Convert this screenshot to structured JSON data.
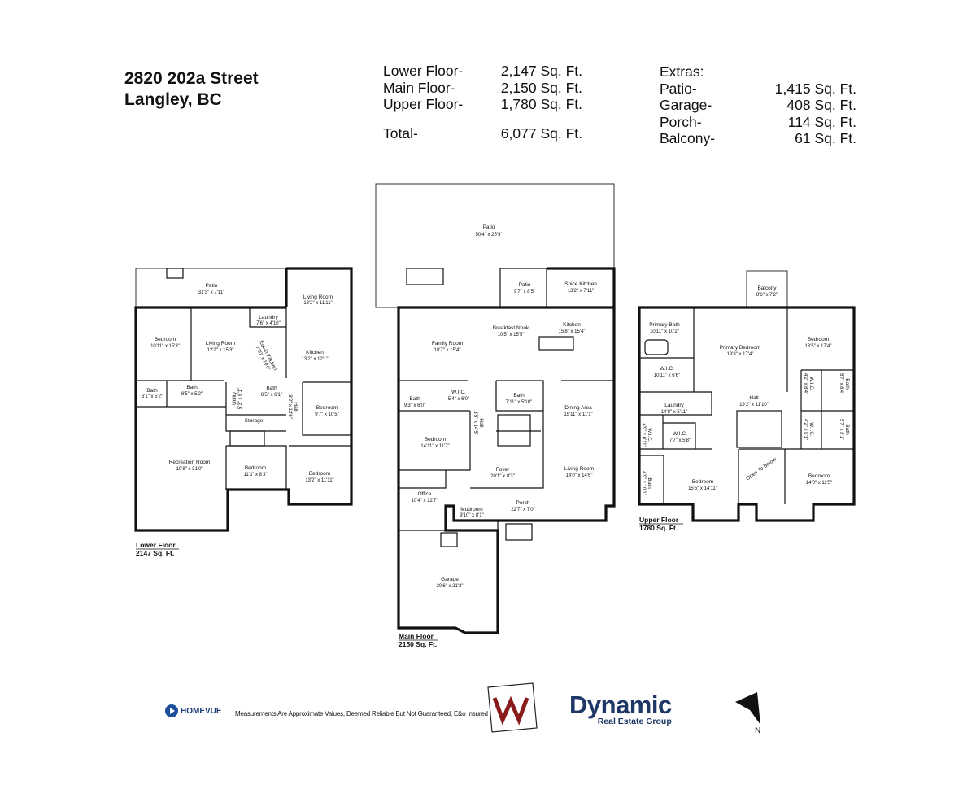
{
  "address": {
    "line1": "2820 202a Street",
    "line2": "Langley, BC"
  },
  "summary": {
    "rows": [
      {
        "label": "Lower Floor-",
        "value": "2,147 Sq. Ft."
      },
      {
        "label": "Main Floor-",
        "value": "2,150 Sq. Ft."
      },
      {
        "label": "Upper Floor-",
        "value": "1,780 Sq. Ft."
      }
    ],
    "total": {
      "label": "Total-",
      "value": "6,077 Sq. Ft."
    }
  },
  "extras": {
    "title": "Extras:",
    "rows": [
      {
        "label": "Patio-",
        "value": "1,415 Sq. Ft."
      },
      {
        "label": "Garage-",
        "value": "408 Sq. Ft."
      },
      {
        "label": "Porch-",
        "value": "114 Sq. Ft."
      },
      {
        "label": "Balcony-",
        "value": "61 Sq. Ft."
      }
    ]
  },
  "floors": {
    "lower": {
      "name": "Lower Floor",
      "area": "2147 Sq. Ft.",
      "rooms": [
        {
          "name": "Patio",
          "dim": "31'3\" x 7'11\""
        },
        {
          "name": "Living Room",
          "dim": "13'2\" x 11'11\""
        },
        {
          "name": "Laundry",
          "dim": "7'6\" x 4'10\""
        },
        {
          "name": "Bedroom",
          "dim": "10'11\" x 15'3\""
        },
        {
          "name": "Living Room",
          "dim": "12'2\" x 15'3\""
        },
        {
          "name": "Kitchen",
          "dim": "13'2\" x 12'1\""
        },
        {
          "name": "Eat-in Kitchen",
          "dim": "7'10\" x 10'6\""
        },
        {
          "name": "Bath",
          "dim": "6'1\" x 5'2\""
        },
        {
          "name": "Bath",
          "dim": "8'5\" x 5'2\""
        },
        {
          "name": "Utility",
          "dim": "5'3\" x 6'1\""
        },
        {
          "name": "Bath",
          "dim": "8'5\" x 6'1\""
        },
        {
          "name": "Hall",
          "dim": "3'2\" x 13'6\""
        },
        {
          "name": "Bedroom",
          "dim": "9'7\" x 10'5\""
        },
        {
          "name": "Storage",
          "dim": ""
        },
        {
          "name": "Recreation Room",
          "dim": "19'8\" x 31'0\""
        },
        {
          "name": "Bedroom",
          "dim": "11'3\" x 8'3\""
        },
        {
          "name": "Bedroom",
          "dim": "13'2\" x 11'11\""
        }
      ]
    },
    "main": {
      "name": "Main Floor",
      "area": "2150 Sq. Ft.",
      "rooms": [
        {
          "name": "Patio",
          "dim": "50'4\" x 25'9\""
        },
        {
          "name": "Patio",
          "dim": "9'7\" x 8'5\""
        },
        {
          "name": "Spice Kitchen",
          "dim": "13'2\" x 7'11\""
        },
        {
          "name": "Family Room",
          "dim": "18'7\" x 15'4\""
        },
        {
          "name": "Breakfast Nook",
          "dim": "10'5\" x 15'5\""
        },
        {
          "name": "Kitchen",
          "dim": "15'8\" x 15'4\""
        },
        {
          "name": "Bath",
          "dim": "9'3\" x 6'0\""
        },
        {
          "name": "W.I.C.",
          "dim": "5'4\" x 6'0\""
        },
        {
          "name": "Bath",
          "dim": "7'11\" x 5'10\""
        },
        {
          "name": "Dining Area",
          "dim": "15'11\" x 11'1\""
        },
        {
          "name": "Hall",
          "dim": "3'5\" x 14'5\""
        },
        {
          "name": "Bedroom",
          "dim": "14'11\" x 11'7\""
        },
        {
          "name": "Foyer",
          "dim": "20'1\" x 8'3\""
        },
        {
          "name": "Living Room",
          "dim": "14'0\" x 14'6\""
        },
        {
          "name": "Office",
          "dim": "10'4\" x 12'7\""
        },
        {
          "name": "Mudroom",
          "dim": "9'10\" x 8'1\""
        },
        {
          "name": "Porch",
          "dim": "22'7\" x 7'0\""
        },
        {
          "name": "Garage",
          "dim": "20'6\" x 21'2\""
        }
      ]
    },
    "upper": {
      "name": "Upper Floor",
      "area": "1780 Sq. Ft.",
      "rooms": [
        {
          "name": "Balcony",
          "dim": "8'6\" x 7'2\""
        },
        {
          "name": "Primary Bath",
          "dim": "10'11\" x 10'2\""
        },
        {
          "name": "Primary Bedroom",
          "dim": "19'8\" x 17'4\""
        },
        {
          "name": "Bedroom",
          "dim": "13'5\" x 17'4\""
        },
        {
          "name": "W.I.C.",
          "dim": "10'11\" x 6'6\""
        },
        {
          "name": "Laundry",
          "dim": "14'8\" x 5'11\""
        },
        {
          "name": "Hall",
          "dim": "19'2\" x 11'10\""
        },
        {
          "name": "Bath",
          "dim": "5'7\" x 8'4\""
        },
        {
          "name": "W.I.C.",
          "dim": "4'2\" x 8'4\""
        },
        {
          "name": "W.I.C.",
          "dim": "4'9\" x 6'11\""
        },
        {
          "name": "W.I.C.",
          "dim": "7'7\" x 5'8\""
        },
        {
          "name": "W.I.C.",
          "dim": "4'2\" x 8'1\""
        },
        {
          "name": "Bath",
          "dim": "5'7\" x 8'1\""
        },
        {
          "name": "Bath",
          "dim": "4'9\" x 10'1\""
        },
        {
          "name": "Bedroom",
          "dim": "15'5\" x 14'11\""
        },
        {
          "name": "Open To Below",
          "dim": ""
        },
        {
          "name": "Bedroom",
          "dim": "14'0\" x 11'5\""
        }
      ]
    }
  },
  "footer": {
    "homevue": "HOMEVUE",
    "disclaimer": "Measurements Are Approximate Values, Deemed Reliable But Not Guaranteed, E&o Insured",
    "brand_big": "Dynamic",
    "brand_small": "Real Estate Group",
    "north": "N"
  },
  "colors": {
    "brand": "#1e3766",
    "homevue": "#1d4f9a",
    "wall": "#111111"
  }
}
